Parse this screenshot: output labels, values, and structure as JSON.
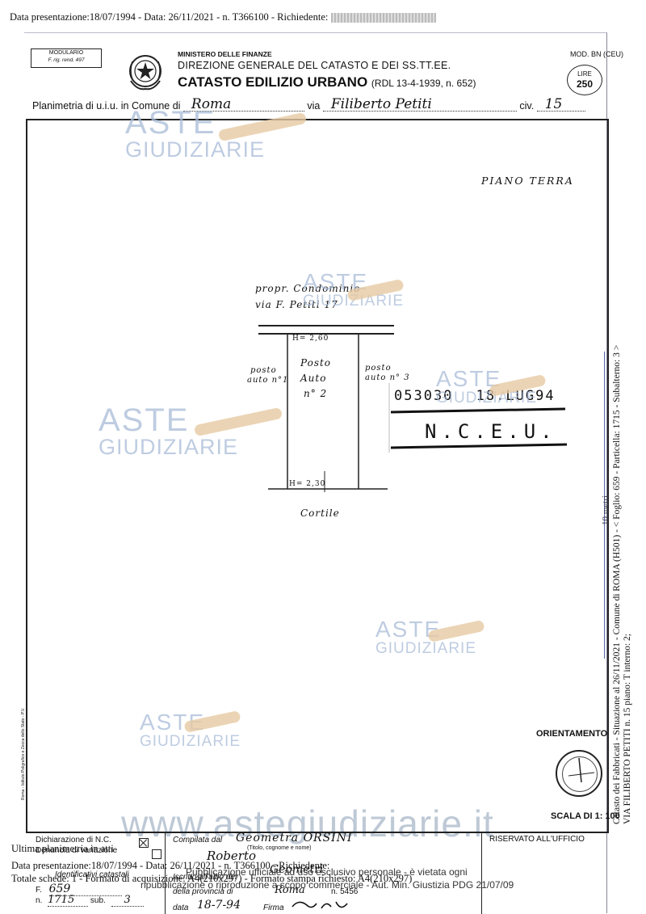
{
  "header": {
    "top_line": "Data presentazione:18/07/1994 - Data: 26/11/2021 - n. T366100 - Richiedente:",
    "modulario_1": "MODULARIO",
    "modulario_2": "F. rig. rend. 497",
    "ministry_1": "MINISTERO DELLE FINANZE",
    "ministry_2": "DIREZIONE GENERALE DEL CATASTO E DEI SS.TT.EE.",
    "ministry_3": "CATASTO EDILIZIO URBANO",
    "ministry_3_sub": "(RDL 13-4-1939, n. 652)",
    "mod": "MOD. BN (CEU)",
    "lire_label": "LIRE",
    "lire_value": "250"
  },
  "plan_line": {
    "prefix": "Planimetria di u.i.u. in Comune di",
    "comune": "Roma",
    "via_label": "via",
    "via": "Filiberto Petiti",
    "civ_label": "civ.",
    "civ": "15"
  },
  "drawing": {
    "piano": "PIANO TERRA",
    "propr_1": "propr. Condominio",
    "propr_2": "via F. Petiti 17",
    "h_top": "H= 2,60",
    "posto_1": "Posto",
    "posto_2": "Auto",
    "posto_3": "n° 2",
    "left_1": "posto",
    "left_2": "auto n°1",
    "right_1": "posto",
    "right_2": "auto n° 3",
    "h_bottom": "H= 2,30",
    "cortile": "Cortile"
  },
  "stamp": {
    "line1": "053030",
    "date": "18.LUG94",
    "nceu": "N.C.E.U."
  },
  "right_side": {
    "orientamento": "ORIENTAMENTO",
    "scala": "SCALA DI 1: 100",
    "vertical_1": "Catasto dei Fabbricati - Situazione al 26/11/2021 - Comune di ROMA (H501) - < Foglio: 659 - Particella: 1715 - Subalterno: 3 >",
    "vertical_2": "VIA FILIBERTO PETITI n. 15 piano: T interno: 2;",
    "scale_mark": "10 metri"
  },
  "watermark": {
    "aste": "ASTE",
    "giudiziarie": "GIUDIZIARIE",
    "site": "www.astegiudiziarie.it"
  },
  "footer": {
    "dichiarazione": "Dichiarazione di N.C.",
    "denuncia": "Denuncia di variazione",
    "identificativi": "Identificativi catastali",
    "f_label": "F.",
    "f_value": "659",
    "n_label": "n.",
    "n_value": "1715",
    "sub_label": "sub.",
    "sub_value": "3",
    "compilata_label": "Compilata dal",
    "compilata_value": "Geometra ORSINI",
    "titolo_note": "(Titolo, cognome e nome)",
    "nome_value": "Roberto",
    "iscritto_label": "Iscritto all'albo dei",
    "iscritto_value": "Geometri",
    "provincia_label": "della provincia di",
    "provincia_value": "Roma",
    "provincia_n": "n. 5456",
    "data_label": "data",
    "data_value": "18-7-94",
    "firma_label": "Firma",
    "riservato": "RISERVATO ALL'UFFICIO",
    "ovl_1": "Ultima planimetria in atti",
    "ovl_2": "Data presentazione:18/07/1994 - Data: 26/11/2021 - n. T366100 - Richiedente:",
    "ovl_3": "Totale schede: 1 - Formato di acquisizione: A4(210x297) - Formato stampa richiesto: A4(210x297)",
    "ovl_4": "Pubblicazione ufficiale ad uso esclusivo personale - è vietata ogni",
    "ovl_5": "ripubblicazione o riproduzione a scopo commerciale - Aut. Min. Giustizia PDG 21/07/09",
    "side_small": "Roma - Istituto Poligrafico e Zecca dello Stato - P.V."
  }
}
